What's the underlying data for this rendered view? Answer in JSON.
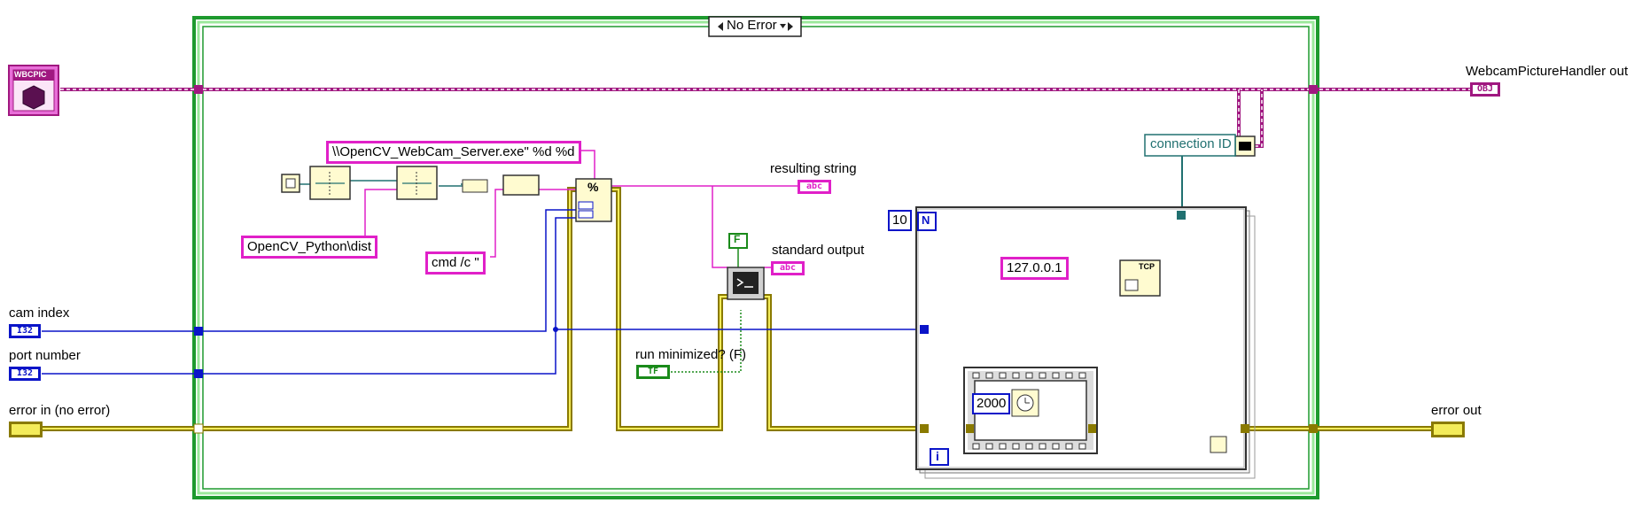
{
  "case_selector": {
    "value": "No Error"
  },
  "controls": {
    "cam_index": {
      "label": "cam index",
      "type": "I32"
    },
    "port_number": {
      "label": "port number",
      "type": "I32"
    },
    "error_in": {
      "label": "error in (no error)"
    },
    "run_minimized": {
      "label": "run minimized? (F)",
      "type": "TF"
    }
  },
  "indicators": {
    "webcam_out": {
      "label": "WebcamPictureHandler out",
      "type": "OBJ"
    },
    "resulting_string": {
      "label": "resulting string",
      "type": "abc"
    },
    "standard_output": {
      "label": "standard output",
      "type": "abc"
    },
    "error_out": {
      "label": "error out"
    }
  },
  "constants": {
    "server_exe": "\\\\OpenCV_WebCam_Server.exe\" %d %d",
    "dist_path": "OpenCV_Python\\dist",
    "cmd": "cmd /c \"",
    "ip": "127.0.0.1",
    "loop_count": "10",
    "wait_ms": "2000",
    "false_const": "F"
  },
  "nodes": {
    "class_constant": "WBCPIC",
    "tcp": "TCP",
    "format": "%",
    "loop_n": "N",
    "loop_i": "i",
    "connection_id": "connection ID"
  },
  "colors": {
    "error_wire": "#c8c000",
    "string_wire": "#e020c8",
    "int_wire": "#0a14c8",
    "bool_wire": "#1a8a1a",
    "class_wire": "#a01880",
    "case_border": "#1e9a2e",
    "tcp_wire": "#207070"
  }
}
